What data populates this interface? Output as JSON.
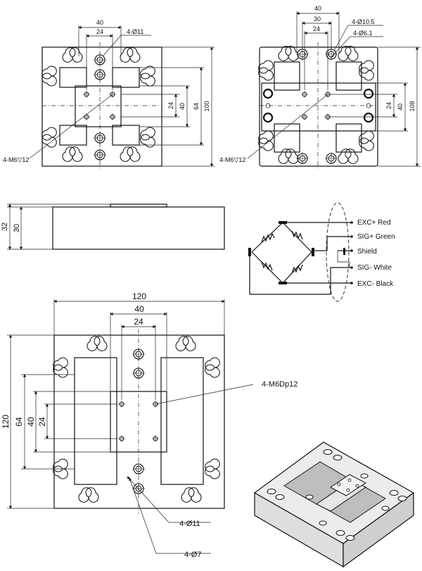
{
  "top_left": {
    "dim_40": "40",
    "dim_24": "24",
    "hole_callout": "4-Ø11",
    "thread_callout": "4-M6▽12",
    "dim_v24": "24",
    "dim_v40": "40",
    "dim_v64": "64",
    "dim_v100": "100"
  },
  "top_right": {
    "dim_40": "40",
    "dim_30": "30",
    "dim_24": "24",
    "hole_callout_a": "4-Ø10.5",
    "hole_callout_b": "4-Ø6.1",
    "thread_callout": "4-M6▽12",
    "dim_v24": "24",
    "dim_v40": "40",
    "dim_v108": "108"
  },
  "side_view": {
    "dim_32": "32",
    "dim_30": "30"
  },
  "wiring": {
    "labels": [
      "EXC+ Red",
      "SIG+ Green",
      "Shield",
      "SIG- White",
      "EXC- Black"
    ]
  },
  "main_view": {
    "dim_120_h": "120",
    "dim_40": "40",
    "dim_24": "24",
    "thread_callout": "4-M6Dp12",
    "dim_v120": "120",
    "dim_v64": "64",
    "dim_v40": "40",
    "dim_v24": "24",
    "hole_callout_a": "4-Ø11",
    "hole_callout_b": "4-Ø7"
  }
}
